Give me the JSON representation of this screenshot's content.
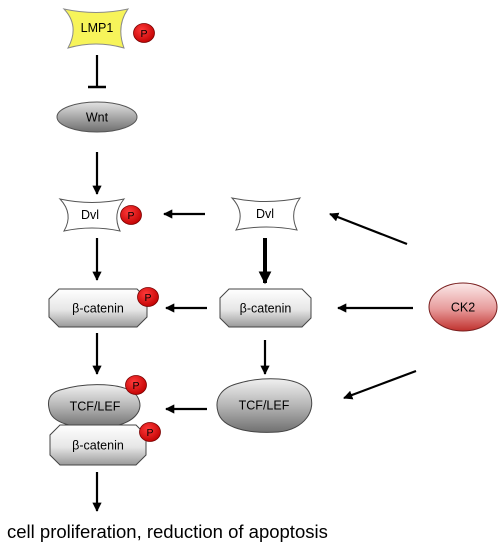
{
  "colors": {
    "lmp1_fill": "#f7f45a",
    "phospho_fill": "#e30613",
    "node_fill_light": "#f3f3f3",
    "node_fill_dark": "#8c8c8c",
    "ck2_fill": "#d9534f",
    "arrow": "#000000"
  },
  "nodes": {
    "lmp1": "LMP1",
    "wnt": "Wnt",
    "dvl_left": "Dvl",
    "dvl_right": "Dvl",
    "beta_catenin_left": "β-catenin",
    "beta_catenin_right": "β-catenin",
    "tcf_lef_left": "TCF/LEF",
    "tcf_lef_right": "TCF/LEF",
    "beta_catenin_bottom": "β-catenin",
    "ck2": "CK2"
  },
  "phospho_label": "P",
  "outcome_text": "cell proliferation, reduction of apoptosis"
}
